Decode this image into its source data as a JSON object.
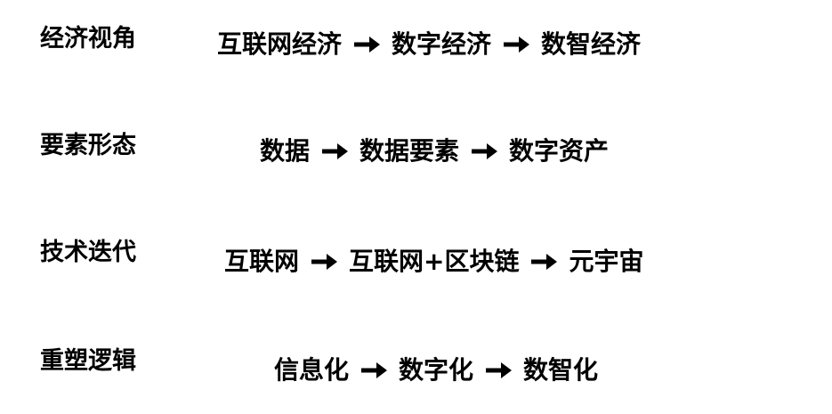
{
  "rows": [
    {
      "label": "经济视角",
      "steps": [
        "互联网经济",
        "数字经济",
        "数智经济"
      ]
    },
    {
      "label": "要素形态",
      "steps": [
        "数据",
        "数据要素",
        "数字资产"
      ]
    },
    {
      "label": "技术迭代",
      "steps": [
        "互联网",
        "互联网+区块链",
        "元宇宙"
      ]
    },
    {
      "label": "重塑逻辑",
      "steps": [
        "信息化",
        "数字化",
        "数智化"
      ]
    }
  ],
  "icons": {
    "arrow": "arrow-right-icon"
  },
  "colors": {
    "text": "#000000",
    "background": "#ffffff"
  }
}
